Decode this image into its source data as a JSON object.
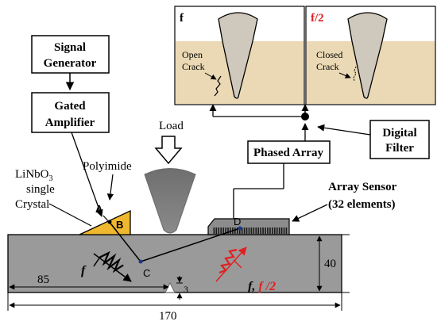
{
  "boxes": {
    "signal_generator": [
      "Signal",
      "Generator"
    ],
    "gated_amplifier": [
      "Gated",
      "Amplifier"
    ],
    "phased_array": "Phased Array",
    "digital_filter": [
      "Digital",
      "Filter"
    ]
  },
  "labels": {
    "load": "Load",
    "polyimide": "Polyimide",
    "linbo3": [
      "LiNbO",
      "3",
      "single",
      "Crystal"
    ],
    "array_sensor": [
      "Array Sensor",
      "(32 elements)"
    ]
  },
  "points": {
    "A": "A",
    "B": "B",
    "C": "C",
    "D": "D"
  },
  "panels": {
    "left": {
      "title": "f",
      "crack": [
        "Open",
        "Crack"
      ]
    },
    "right": {
      "title": "f/2",
      "crack": [
        "Closed",
        "Crack"
      ]
    }
  },
  "signals": {
    "incident": "f",
    "received_f": "f",
    "received_sep": ", ",
    "received_f2": "f /2"
  },
  "dimensions": {
    "length": "170",
    "half_length": "85",
    "thickness": "40",
    "notch": "3"
  },
  "colors": {
    "specimen": "#9a9a9a",
    "wedge": "#f0b82e",
    "panel_bg": "#ead9b4",
    "weld": "#cfc8bc",
    "red": "#e02020",
    "load_tip": "#7a7a7a"
  }
}
